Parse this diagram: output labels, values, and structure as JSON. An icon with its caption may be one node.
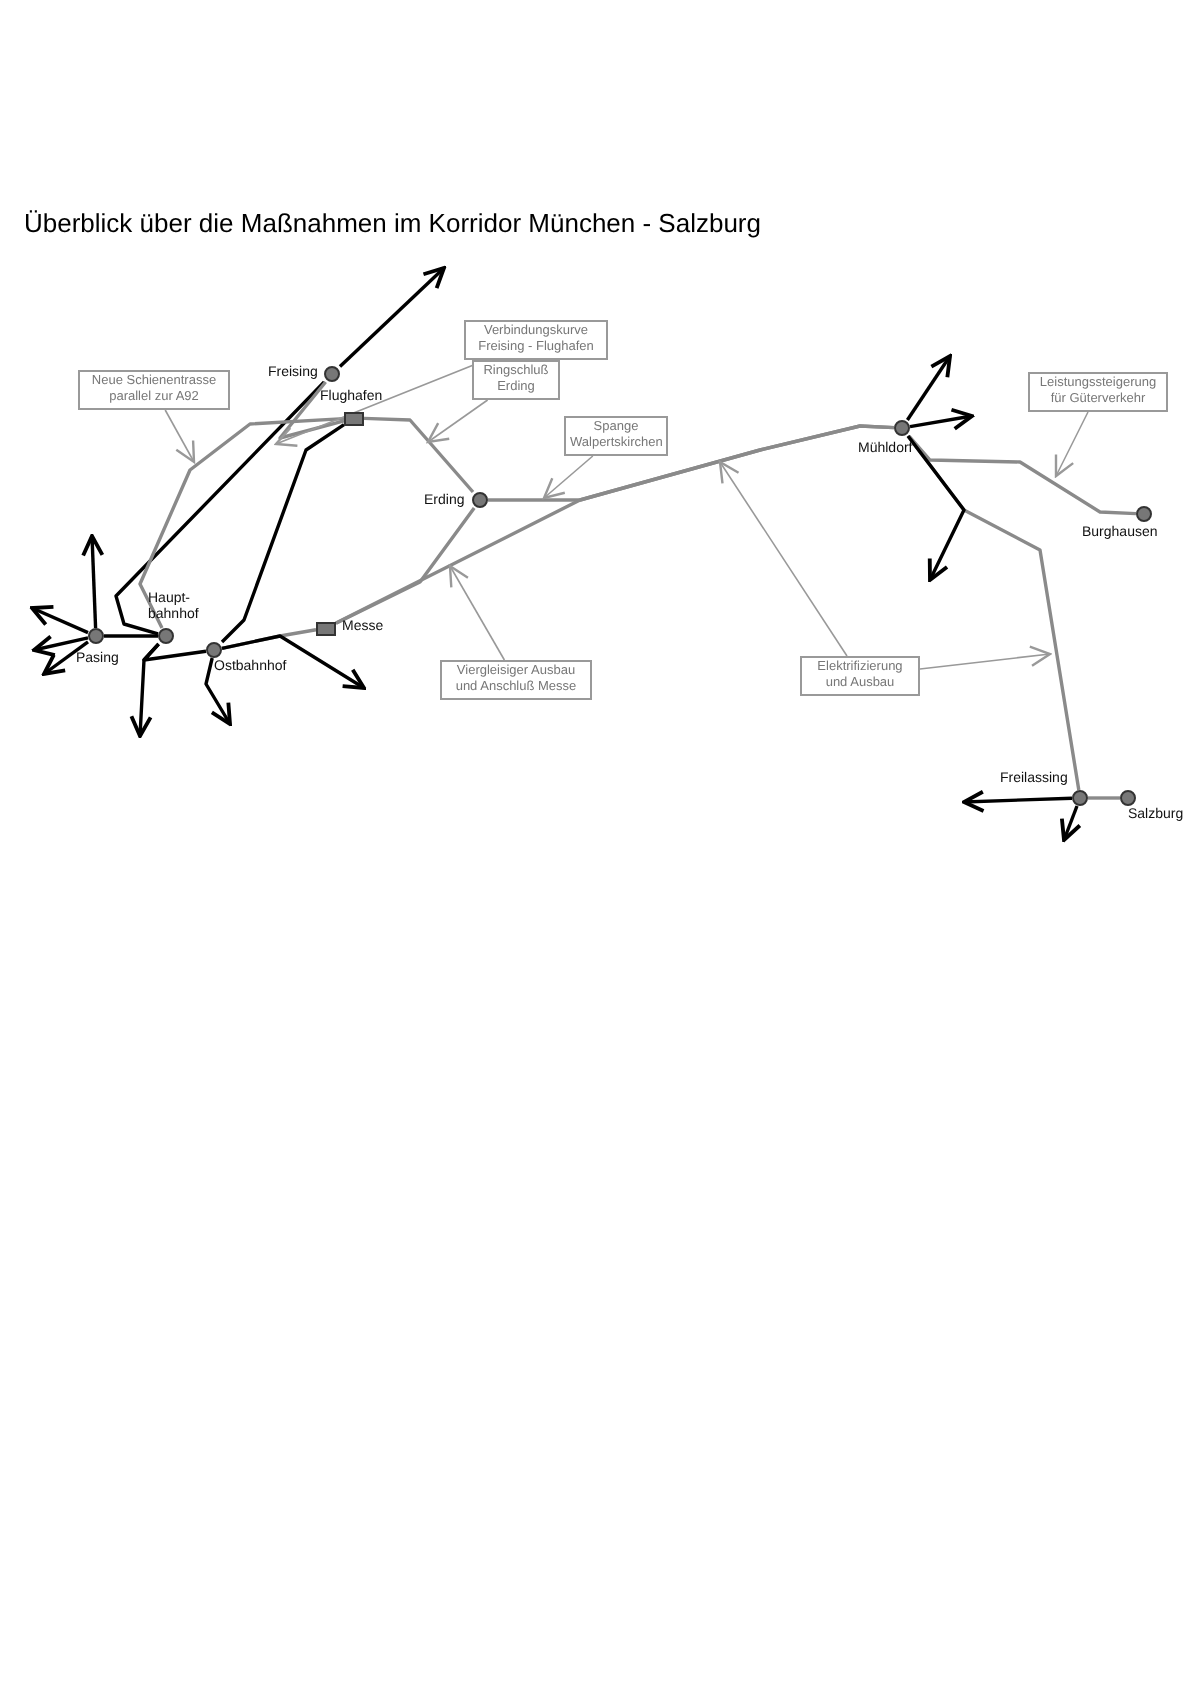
{
  "diagram": {
    "title": "Überblick über die Maßnahmen im Korridor München - Salzburg",
    "nodes": [
      {
        "text": [
          "Verbindungskurve Freising - Flughafen"
        ]
      },
      {
        "text": [
          "Freising"
        ]
      },
      {
        "text": [
          "Neue Schienentrasse parallel zur A92"
        ]
      },
      {
        "text": [
          "Ringschluß Erding"
        ]
      },
      {
        "text": [
          "Leistungssteigerung für Güterverkehr"
        ]
      },
      {
        "text": [
          "Flughafen"
        ]
      },
      {
        "text": [
          "Mühldorf"
        ]
      },
      {
        "text": [
          "Spange Walpertskirchen"
        ]
      },
      {
        "text": [
          "Erding"
        ]
      },
      {
        "text": [
          "Burghausen"
        ]
      },
      {
        "text": [
          "Haupt- bahnhof"
        ]
      },
      {
        "text": [
          "Pasing"
        ]
      },
      {
        "text": [
          "Messe"
        ]
      },
      {
        "text": [
          "Ostbahnhof"
        ]
      },
      {
        "text": [
          "Viergleisiger Ausbau und Anschluß Messe"
        ]
      },
      {
        "text": [
          "Elektrifizierung und Ausbau"
        ]
      },
      {
        "text": [
          "Freilassing"
        ]
      },
      {
        "text": [
          "Salzburg"
        ]
      }
    ],
    "edges": [
      {
        "from": 1,
        "to": null,
        "arrow": "to"
      },
      {
        "from": 1,
        "to": 10,
        "arrow": "none"
      },
      {
        "from": 1,
        "to": 5,
        "arrow": "none",
        "color": "#8a8a8a"
      },
      {
        "from": 10,
        "to": 5,
        "arrow": "none",
        "color": "#8a8a8a"
      },
      {
        "from": 5,
        "to": 13,
        "arrow": "none"
      },
      {
        "from": 5,
        "to": 8,
        "arrow": "none",
        "color": "#8a8a8a"
      },
      {
        "from": 8,
        "to": 6,
        "arrow": "none",
        "color": "#8a8a8a"
      },
      {
        "from": 8,
        "to": 12,
        "arrow": "none",
        "color": "#8a8a8a"
      },
      {
        "from": 11,
        "to": 10,
        "arrow": "none"
      },
      {
        "from": 10,
        "to": 13,
        "arrow": "none"
      },
      {
        "from": 13,
        "to": 12,
        "arrow": "none",
        "color": "#8a8a8a"
      },
      {
        "from": 12,
        "to": 6,
        "arrow": "none",
        "color": "#8a8a8a"
      },
      {
        "from": 6,
        "to": 9,
        "arrow": "none",
        "color": "#8a8a8a"
      },
      {
        "from": 6,
        "to": 16,
        "arrow": "none",
        "color": "#8a8a8a"
      },
      {
        "from": 16,
        "to": 17,
        "arrow": "none",
        "color": "#8a8a8a"
      },
      {
        "from": 11,
        "to": null,
        "arrow": "to"
      },
      {
        "from": 11,
        "to": null,
        "arrow": "to"
      },
      {
        "from": 11,
        "to": null,
        "arrow": "to"
      },
      {
        "from": 11,
        "to": null,
        "arrow": "to"
      },
      {
        "from": 10,
        "to": null,
        "arrow": "to"
      },
      {
        "from": 13,
        "to": null,
        "arrow": "to"
      },
      {
        "from": 13,
        "to": null,
        "arrow": "to"
      },
      {
        "from": 6,
        "to": null,
        "arrow": "to"
      },
      {
        "from": 6,
        "to": null,
        "arrow": "to"
      },
      {
        "from": 6,
        "to": null,
        "arrow": "to"
      },
      {
        "from": 16,
        "to": null,
        "arrow": "to"
      },
      {
        "from": 16,
        "to": null,
        "arrow": "to"
      },
      {
        "from": 0,
        "to": null,
        "arrow": "to",
        "color": "#999999"
      },
      {
        "from": 2,
        "to": null,
        "arrow": "to",
        "color": "#999999"
      },
      {
        "from": 3,
        "to": null,
        "arrow": "to",
        "color": "#999999"
      },
      {
        "from": 7,
        "to": null,
        "arrow": "to",
        "color": "#999999"
      },
      {
        "from": 4,
        "to": null,
        "arrow": "to",
        "color": "#999999"
      },
      {
        "from": 14,
        "to": null,
        "arrow": "to",
        "color": "#999999"
      },
      {
        "from": 15,
        "to": null,
        "arrow": "to",
        "color": "#999999"
      },
      {
        "from": 15,
        "to": null,
        "arrow": "to",
        "color": "#999999"
      }
    ]
  }
}
